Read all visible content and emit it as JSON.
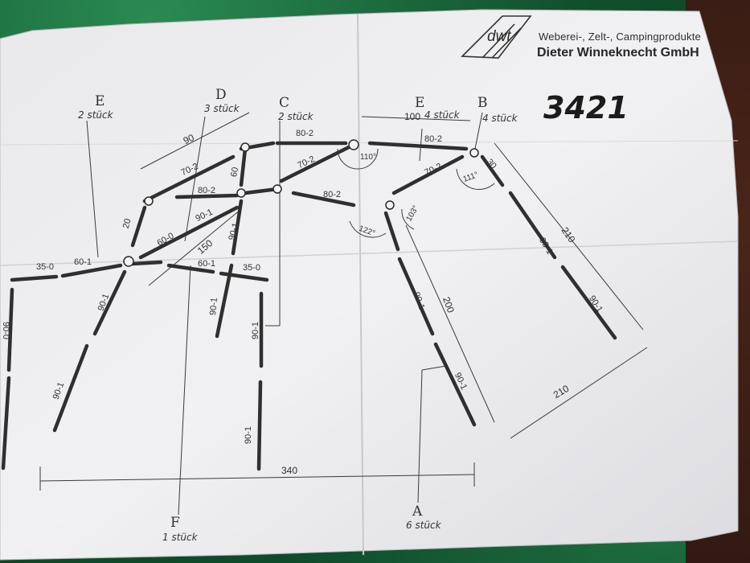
{
  "company": {
    "logo_text": "dwt",
    "line1": "Weberei-, Zelt-, Campingprodukte",
    "line2": "Dieter Winneknecht GmbH"
  },
  "model_number": "3421",
  "parts": {
    "E_left": {
      "letter": "E",
      "qty": "2 stück"
    },
    "D": {
      "letter": "D",
      "qty": "3 stück"
    },
    "C": {
      "letter": "C",
      "qty": "2 stück"
    },
    "E_right": {
      "letter": "E",
      "qty": "4 stück"
    },
    "B": {
      "letter": "B",
      "qty": "4 stück"
    },
    "F": {
      "letter": "F",
      "qty": "1 stück"
    },
    "A": {
      "letter": "A",
      "qty": "6 stück"
    }
  },
  "dimensions": {
    "d90": "90",
    "d100": "100",
    "d150": "150",
    "d200": "200",
    "d210a": "210",
    "d210b": "210",
    "d340": "340"
  },
  "pole_labels": {
    "p80_2a": "80-2",
    "p80_2b": "80-2",
    "p80_2c": "80-2",
    "p80_2d": "80-2",
    "p70_2a": "70-2",
    "p70_2b": "70-2",
    "p70_2c": "70-2",
    "p90_1a": "90-1",
    "p90_1b": "90-1",
    "p90_1c": "90-1",
    "p90_1d": "90-1",
    "p90_1e": "90-1",
    "p90_1f": "90-1",
    "p90_1g": "90-1",
    "p90_1h": "90-1",
    "p90_1i": "90-1",
    "p90_1j": "90-1",
    "p90_1k": "90-1",
    "p90_0": "90-0",
    "p60_0": "60-0",
    "p60_1a": "60-1",
    "p60_1b": "60-1",
    "p35_0a": "35-0",
    "p35_0b": "35-0",
    "p20": "20",
    "p60": "60",
    "p30": "30"
  },
  "angles": {
    "a110": "110°",
    "a111": "111°",
    "a122": "122°",
    "a103": "103°"
  }
}
